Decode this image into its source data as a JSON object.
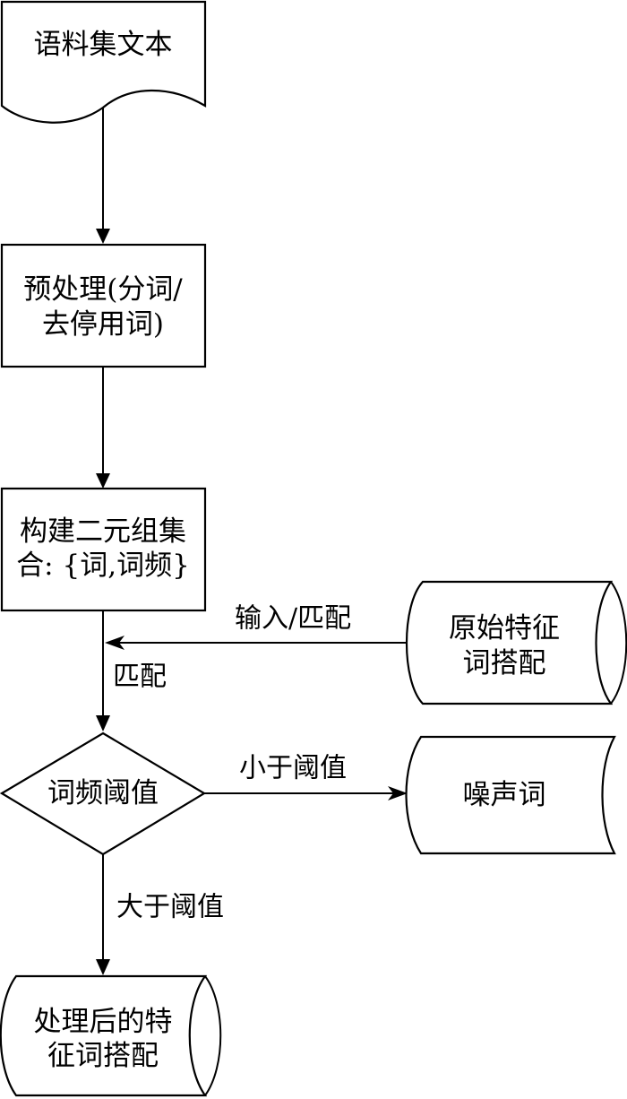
{
  "diagram": {
    "type": "flowchart",
    "colors": {
      "stroke": "#000000",
      "fill": "#ffffff",
      "text": "#000000"
    },
    "nodes": {
      "corpus": {
        "shape": "document",
        "lines": [
          "语料集文本"
        ]
      },
      "preprocess": {
        "shape": "process",
        "lines": [
          "预处理(分词/",
          "去停用词)"
        ]
      },
      "build_pairs": {
        "shape": "process",
        "lines": [
          "构建二元组集",
          "合: {词,词频}"
        ]
      },
      "original_collocations": {
        "shape": "stored-data",
        "lines": [
          "原始特征",
          "词搭配"
        ]
      },
      "freq_threshold": {
        "shape": "decision",
        "lines": [
          "词频阈值"
        ]
      },
      "noise_words": {
        "shape": "stored-data-concave",
        "lines": [
          "噪声词"
        ]
      },
      "processed_collocations": {
        "shape": "stored-data",
        "lines": [
          "处理后的特",
          "征词搭配"
        ]
      }
    },
    "edges": [
      {
        "from": "corpus",
        "to": "preprocess",
        "label": ""
      },
      {
        "from": "preprocess",
        "to": "build_pairs",
        "label": ""
      },
      {
        "from": "original_collocations",
        "to": "match_line",
        "label": "输入/匹配"
      },
      {
        "from": "build_pairs",
        "to": "freq_threshold",
        "label": "匹配"
      },
      {
        "from": "freq_threshold",
        "to": "noise_words",
        "label": "小于阈值"
      },
      {
        "from": "freq_threshold",
        "to": "processed_collocations",
        "label": "大于阈值"
      }
    ]
  }
}
